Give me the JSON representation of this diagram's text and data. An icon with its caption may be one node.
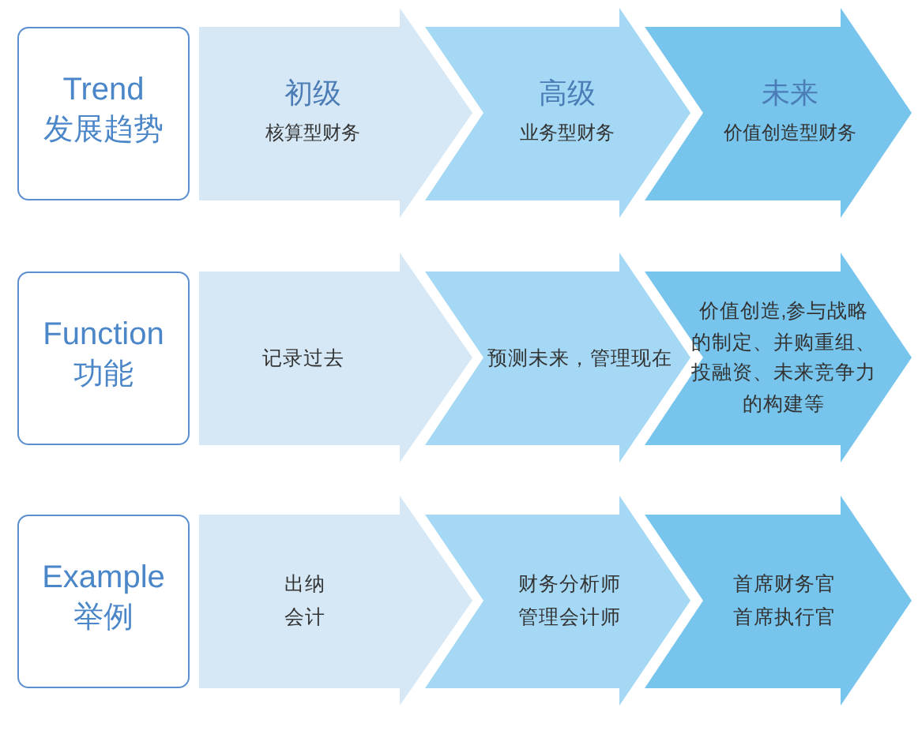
{
  "diagram": {
    "nodes": [
      {
        "text": [
          "Trend",
          "发展趋势"
        ]
      },
      {
        "text": [
          "初级",
          "核算型财务"
        ]
      },
      {
        "text": [
          "高级",
          "业务型财务"
        ]
      },
      {
        "text": [
          "未来",
          "价值创造型财务"
        ]
      },
      {
        "text": [
          "Function",
          "功能"
        ]
      },
      {
        "text": [
          "记录过去"
        ]
      },
      {
        "text": [
          "预测未来，管理现在"
        ]
      },
      {
        "text": [
          "价值创造,参与战略的制定、并购重组、投融资、未来竞争力的构建等"
        ]
      },
      {
        "text": [
          "Example",
          "举例"
        ]
      },
      {
        "text": [
          "出纳",
          "会计"
        ]
      },
      {
        "text": [
          "财务分析师",
          "管理会计师"
        ]
      },
      {
        "text": [
          "首席财务官",
          "首席执行官"
        ]
      }
    ]
  }
}
